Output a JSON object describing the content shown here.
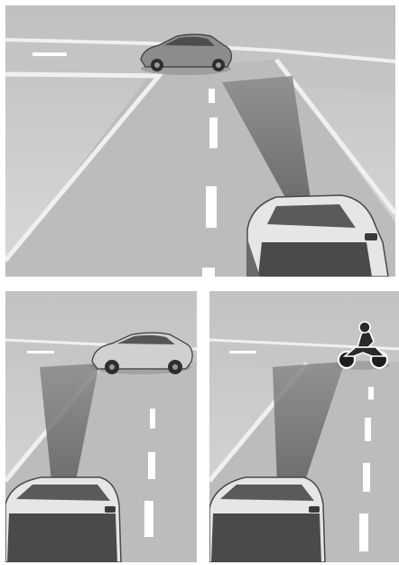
{
  "figure": {
    "panels": [
      {
        "id": "top",
        "scene": "intersection-car-approaching",
        "target": "car",
        "target_icon": "sedan-icon",
        "sensor_beam": "rear-side-sensor-beam"
      },
      {
        "id": "bottom-left",
        "scene": "crossing-car",
        "target": "car",
        "target_icon": "sedan-icon",
        "sensor_beam": "rear-side-sensor-beam"
      },
      {
        "id": "bottom-right",
        "scene": "crossing-motorcycle",
        "target": "motorcycle",
        "target_icon": "motorcycle-icon",
        "sensor_beam": "rear-side-sensor-beam"
      }
    ],
    "colors": {
      "background": "#d7d7d7",
      "road": "#bdbdbd",
      "curb": "#ececec",
      "lane_marking": "#ffffff",
      "sensor_beam": "#6a6a6a",
      "vehicle_body": "#c9c9c9",
      "vehicle_dark": "#4a4a4a"
    }
  }
}
